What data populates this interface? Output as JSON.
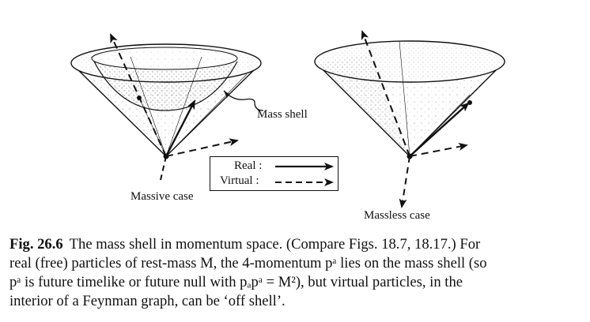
{
  "figure": {
    "mass_shell_label": "Mass shell",
    "massive_label": "Massive case",
    "massless_label": "Massless case",
    "legend": {
      "real": "Real :",
      "virtual": "Virtual :"
    }
  },
  "caption": {
    "number": "Fig. 26.6",
    "line1": "The mass shell in momentum space. (Compare Figs. 18.7, 18.17.) For",
    "line2": "real (free) particles of rest-mass M, the 4-momentum pᵃ lies on the mass shell (so",
    "line3": "pᵃ is future timelike or future null with pₐpᵃ = M²), but virtual particles, in the",
    "line4": "interior of a Feynman graph, can be ‘off shell’."
  }
}
